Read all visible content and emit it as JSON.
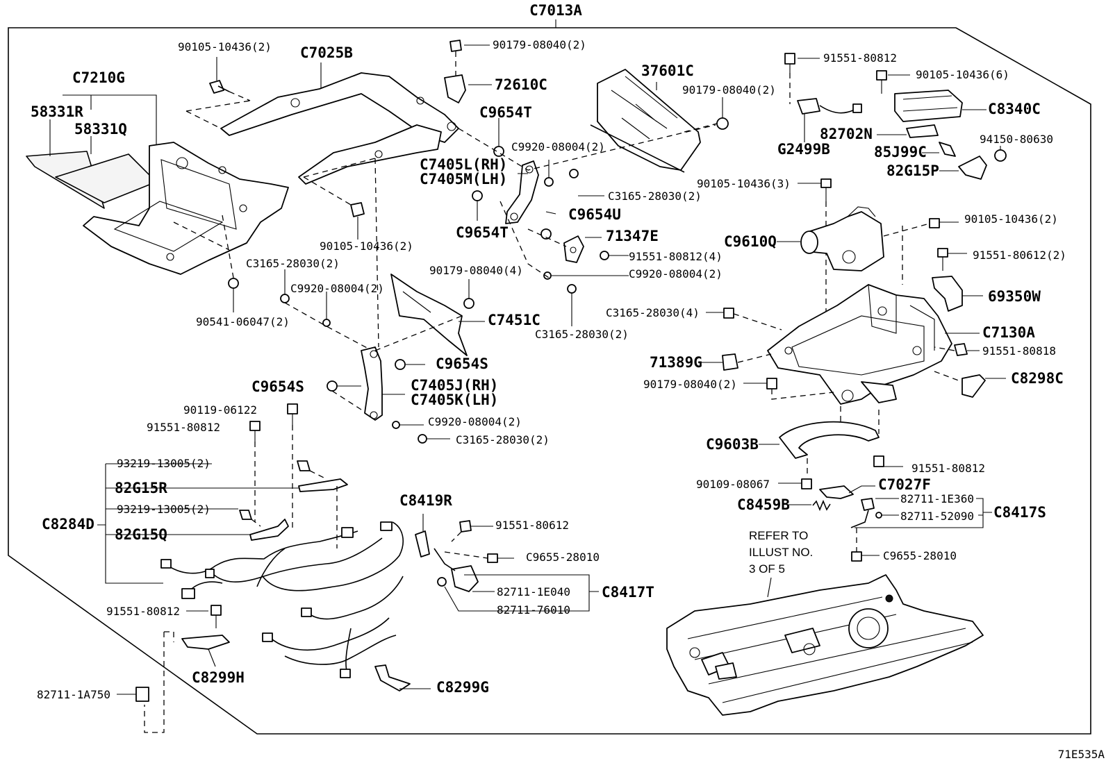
{
  "diagram": {
    "title": "C7013A",
    "footer_code": "71E535A",
    "refer_note": [
      "REFER TO",
      "ILLUST NO.",
      "3 OF 5"
    ],
    "labels": [
      {
        "id": "t0",
        "text": "90105-10436(2)",
        "big": false
      },
      {
        "id": "t1",
        "text": "C7025B",
        "big": true
      },
      {
        "id": "t2",
        "text": "90179-08040(2)",
        "big": false
      },
      {
        "id": "t3",
        "text": "72610C",
        "big": true
      },
      {
        "id": "t4",
        "text": "C7210G",
        "big": true
      },
      {
        "id": "t5",
        "text": "58331R",
        "big": true
      },
      {
        "id": "t6",
        "text": "58331Q",
        "big": true
      },
      {
        "id": "t7",
        "text": "C9654T",
        "big": true
      },
      {
        "id": "t8",
        "text": "37601C",
        "big": true
      },
      {
        "id": "t9",
        "text": "90179-08040(2)",
        "big": false
      },
      {
        "id": "t10",
        "text": "C9920-08004(2)",
        "big": false
      },
      {
        "id": "t11",
        "text": "C7405L(RH)",
        "big": true
      },
      {
        "id": "t12",
        "text": "C7405M(LH)",
        "big": true
      },
      {
        "id": "t13",
        "text": "C3165-28030(2)",
        "big": false
      },
      {
        "id": "t14",
        "text": "C9654U",
        "big": true
      },
      {
        "id": "t15",
        "text": "C9654T",
        "big": true
      },
      {
        "id": "t16",
        "text": "71347E",
        "big": true
      },
      {
        "id": "t17",
        "text": "90105-10436(2)",
        "big": false
      },
      {
        "id": "t18",
        "text": "91551-80812(4)",
        "big": false
      },
      {
        "id": "t19",
        "text": "C3165-28030(2)",
        "big": false
      },
      {
        "id": "t20",
        "text": "C9920-08004(2)",
        "big": false
      },
      {
        "id": "t21",
        "text": "90179-08040(4)",
        "big": false
      },
      {
        "id": "t22",
        "text": "C9920-08004(2)",
        "big": false
      },
      {
        "id": "t23",
        "text": "C3165-28030(2)",
        "big": false
      },
      {
        "id": "t24",
        "text": "90541-06047(2)",
        "big": false
      },
      {
        "id": "t25",
        "text": "C7451C",
        "big": true
      },
      {
        "id": "t26",
        "text": "C9654S",
        "big": true
      },
      {
        "id": "t27",
        "text": "C9654S",
        "big": true
      },
      {
        "id": "t28",
        "text": "C7405J(RH)",
        "big": true
      },
      {
        "id": "t29",
        "text": "C7405K(LH)",
        "big": true
      },
      {
        "id": "t30",
        "text": "90119-06122",
        "big": false
      },
      {
        "id": "t31",
        "text": "91551-80812",
        "big": false
      },
      {
        "id": "t32",
        "text": "C9920-08004(2)",
        "big": false
      },
      {
        "id": "t33",
        "text": "C3165-28030(2)",
        "big": false
      },
      {
        "id": "t34",
        "text": "93219-13005(2)",
        "big": false
      },
      {
        "id": "t35",
        "text": "82G15R",
        "big": true
      },
      {
        "id": "t36",
        "text": "93219-13005(2)",
        "big": false
      },
      {
        "id": "t37",
        "text": "C8284D",
        "big": true
      },
      {
        "id": "t38",
        "text": "82G15Q",
        "big": true
      },
      {
        "id": "t39",
        "text": "C8419R",
        "big": true
      },
      {
        "id": "t40",
        "text": "91551-80612",
        "big": false
      },
      {
        "id": "t41",
        "text": "C9655-28010",
        "big": false
      },
      {
        "id": "t42",
        "text": "82711-1E040",
        "big": false
      },
      {
        "id": "t43",
        "text": "C8417T",
        "big": true
      },
      {
        "id": "t44",
        "text": "82711-76010",
        "big": false
      },
      {
        "id": "t45",
        "text": "91551-80812",
        "big": false
      },
      {
        "id": "t46",
        "text": "C8299H",
        "big": true
      },
      {
        "id": "t47",
        "text": "C8299G",
        "big": true
      },
      {
        "id": "t48",
        "text": "82711-1A750",
        "big": false
      },
      {
        "id": "t49",
        "text": "91551-80812",
        "big": false
      },
      {
        "id": "t50",
        "text": "90105-10436(6)",
        "big": false
      },
      {
        "id": "t51",
        "text": "C8340C",
        "big": true
      },
      {
        "id": "t52",
        "text": "82702N",
        "big": true
      },
      {
        "id": "t53",
        "text": "94150-80630",
        "big": false
      },
      {
        "id": "t54",
        "text": "85J99C",
        "big": true
      },
      {
        "id": "t55",
        "text": "G2499B",
        "big": true
      },
      {
        "id": "t56",
        "text": "82G15P",
        "big": true
      },
      {
        "id": "t57",
        "text": "90105-10436(3)",
        "big": false
      },
      {
        "id": "t58",
        "text": "90105-10436(2)",
        "big": false
      },
      {
        "id": "t59",
        "text": "C9610Q",
        "big": true
      },
      {
        "id": "t60",
        "text": "91551-80612(2)",
        "big": false
      },
      {
        "id": "t61",
        "text": "69350W",
        "big": true
      },
      {
        "id": "t62",
        "text": "C3165-28030(4)",
        "big": false
      },
      {
        "id": "t63",
        "text": "C7130A",
        "big": true
      },
      {
        "id": "t64",
        "text": "91551-80818",
        "big": false
      },
      {
        "id": "t65",
        "text": "71389G",
        "big": true
      },
      {
        "id": "t66",
        "text": "C8298C",
        "big": true
      },
      {
        "id": "t67",
        "text": "90179-08040(2)",
        "big": false
      },
      {
        "id": "t68",
        "text": "C9603B",
        "big": true
      },
      {
        "id": "t69",
        "text": "91551-80812",
        "big": false
      },
      {
        "id": "t70",
        "text": "90109-08067",
        "big": false
      },
      {
        "id": "t71",
        "text": "C7027F",
        "big": true
      },
      {
        "id": "t72",
        "text": "82711-1E360",
        "big": false
      },
      {
        "id": "t73",
        "text": "C8459B",
        "big": true
      },
      {
        "id": "t74",
        "text": "C8417S",
        "big": true
      },
      {
        "id": "t75",
        "text": "82711-52090",
        "big": false
      },
      {
        "id": "t76",
        "text": "C9655-28010",
        "big": false
      }
    ]
  }
}
